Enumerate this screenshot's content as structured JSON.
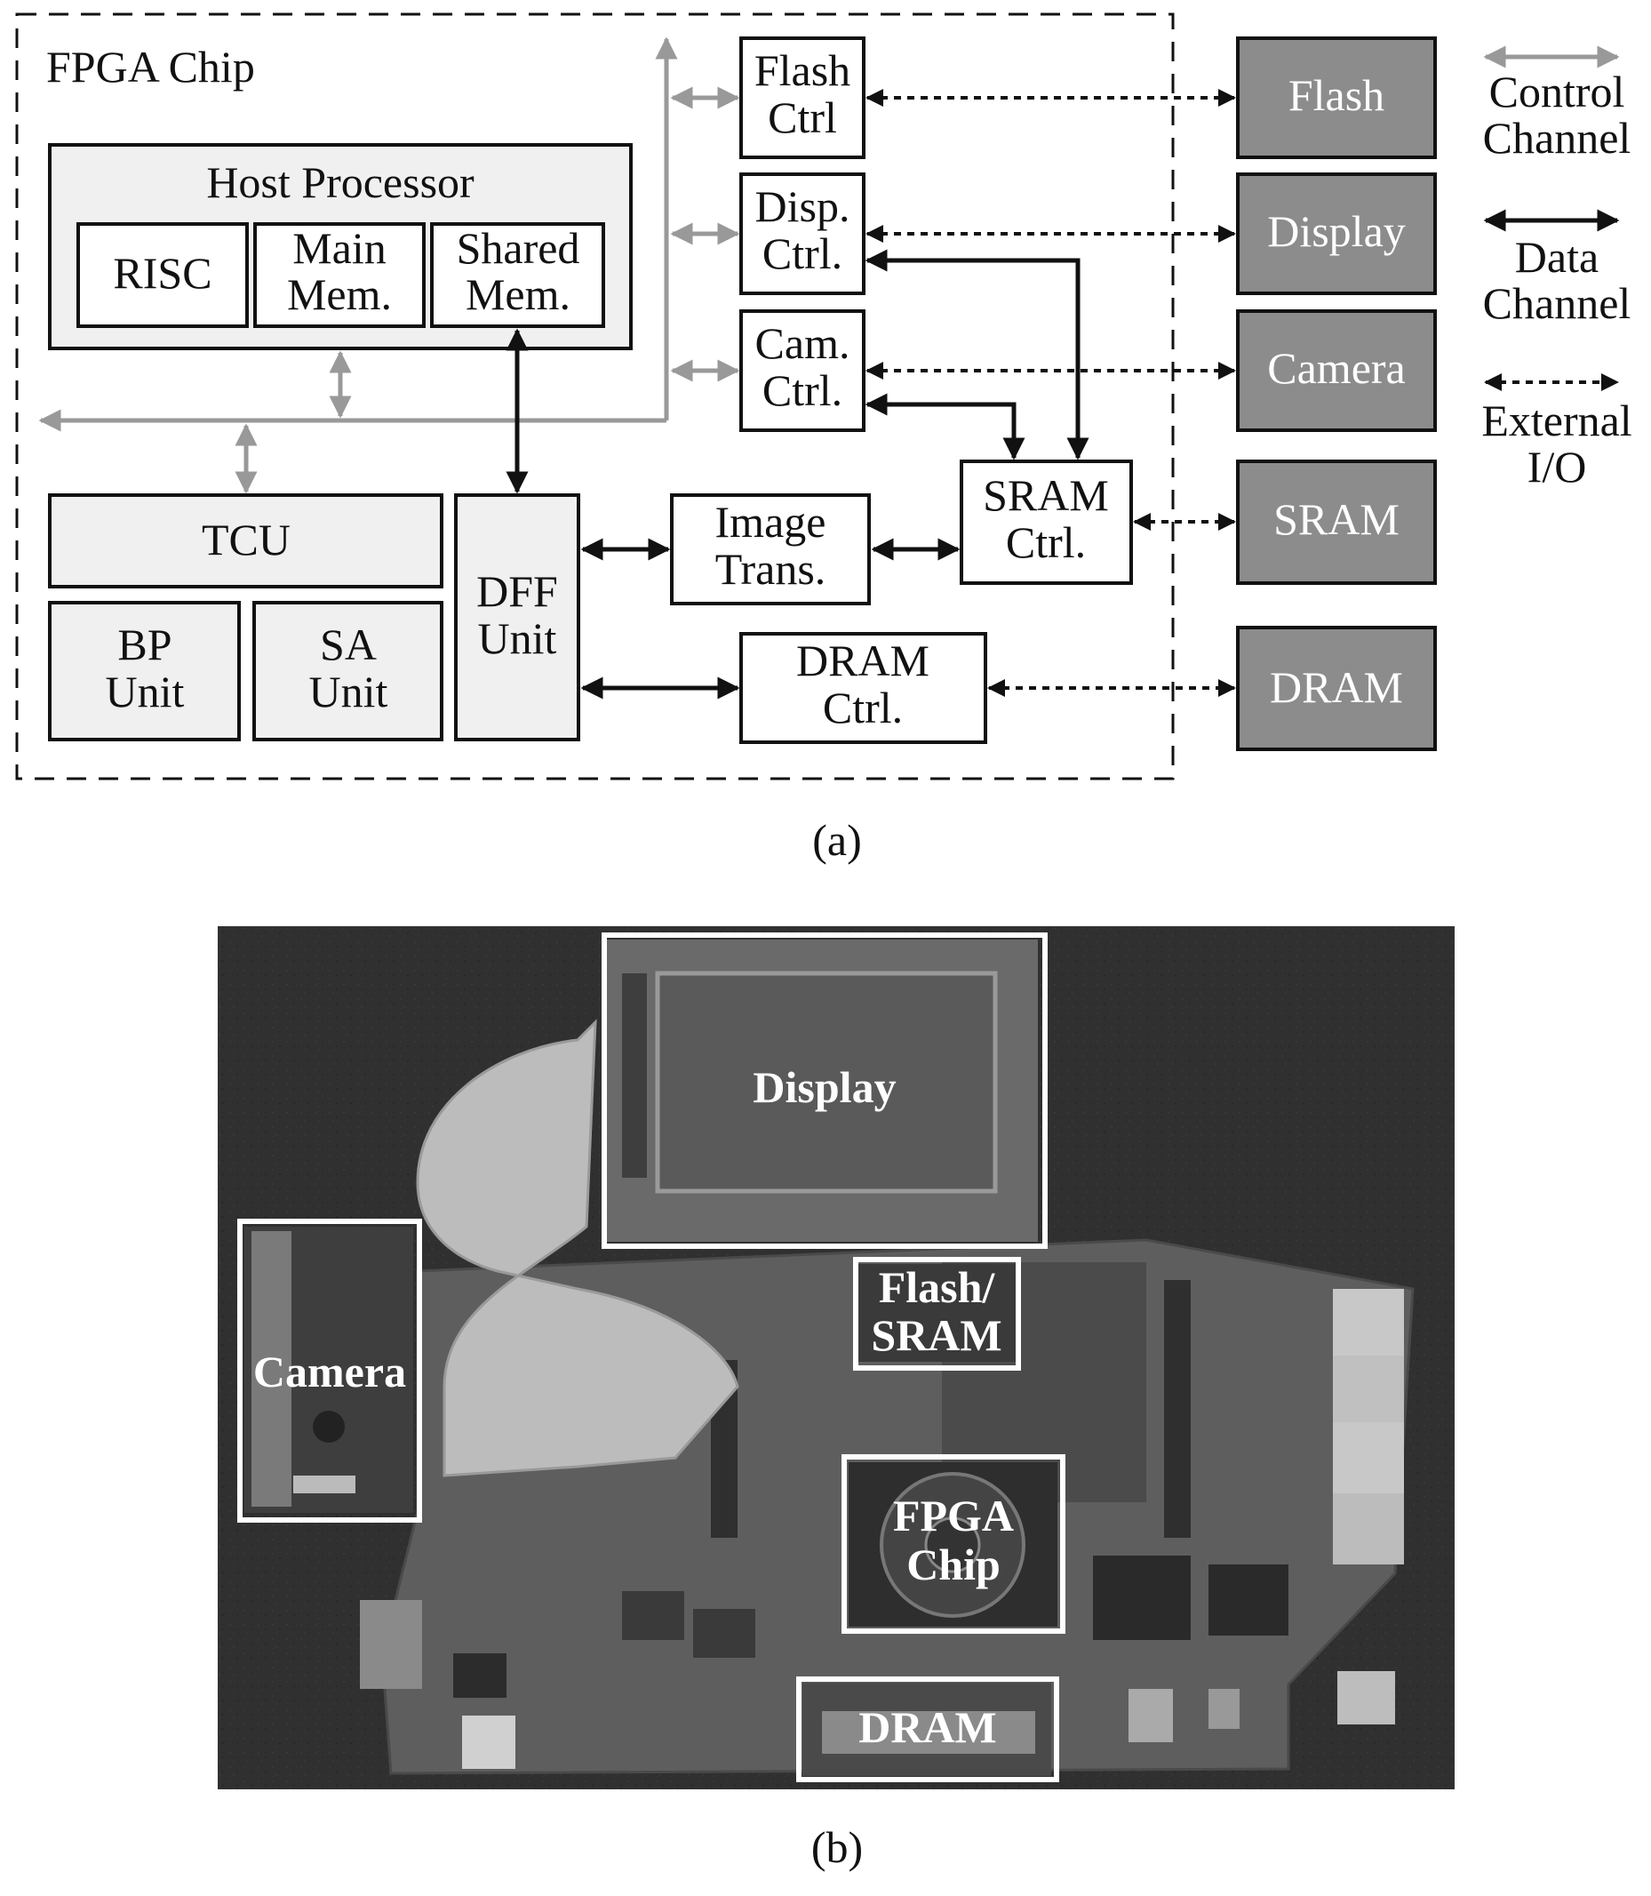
{
  "diagram": {
    "fpga_chip": {
      "title": "FPGA Chip"
    },
    "host_processor": {
      "title": "Host Processor",
      "risc": "RISC",
      "main_mem": [
        "Main",
        "Mem."
      ],
      "shared_mem": [
        "Shared",
        "Mem."
      ]
    },
    "tcu": "TCU",
    "bp_unit": [
      "BP",
      "Unit"
    ],
    "sa_unit": [
      "SA",
      "Unit"
    ],
    "dff_unit": [
      "DFF",
      "Unit"
    ],
    "image_trans": [
      "Image",
      "Trans."
    ],
    "sram_ctrl": [
      "SRAM",
      "Ctrl."
    ],
    "dram_ctrl": [
      "DRAM",
      "Ctrl."
    ],
    "flash_ctrl": [
      "Flash",
      "Ctrl"
    ],
    "disp_ctrl": [
      "Disp.",
      "Ctrl."
    ],
    "cam_ctrl": [
      "Cam.",
      "Ctrl."
    ],
    "external": [
      "Flash",
      "Display",
      "Camera",
      "SRAM",
      "DRAM"
    ],
    "legend": {
      "control": [
        "Control",
        "Channel"
      ],
      "data": [
        "Data",
        "Channel"
      ],
      "external": [
        "External",
        "I/O"
      ]
    },
    "caption": "(a)"
  },
  "photo": {
    "labels": {
      "display": "Display",
      "camera": "Camera",
      "flash_sram": [
        "Flash/",
        "SRAM"
      ],
      "fpga_chip": [
        "FPGA",
        "Chip"
      ],
      "dram": "DRAM"
    },
    "caption": "(b)"
  },
  "colors": {
    "control_arrow": "#999999",
    "data_arrow": "#111111",
    "block_fill": "#f0f0f0",
    "external_fill": "#8c8c8c"
  }
}
